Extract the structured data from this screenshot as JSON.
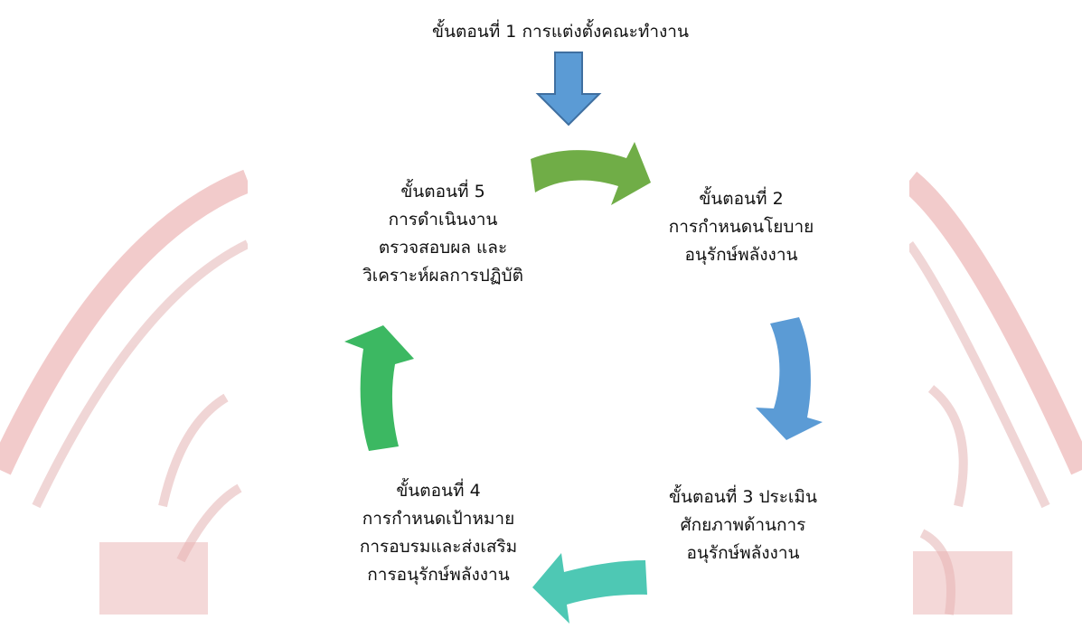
{
  "colors": {
    "background": "#ffffff",
    "watermark_red": "#e8a0a0",
    "arrow_blue": "#5b9bd5",
    "arrow_blue_stroke": "#3f6fa0",
    "arrow_green_olive": "#70ad47",
    "arrow_teal": "#4ec8b4",
    "arrow_green": "#3cb862",
    "text": "#111111"
  },
  "watermark": {
    "icon": "university-seal-watermark"
  },
  "steps": [
    {
      "lines": [
        "ขั้นตอนที่ 1 การแต่งตั้งคณะทำงาน"
      ]
    },
    {
      "lines": [
        "ขั้นตอนที่ 2",
        "การกำหนดนโยบาย",
        "อนุรักษ์พลังงาน"
      ]
    },
    {
      "lines": [
        "ขั้นตอนที่ 3 ประเมิน",
        "ศักยภาพด้านการ",
        "อนุรักษ์พลังงาน"
      ]
    },
    {
      "lines": [
        "ขั้นตอนที่ 4",
        "การกำหนดเป้าหมาย",
        "การอบรมและส่งเสริม",
        "การอนุรักษ์พลังงาน"
      ]
    },
    {
      "lines": [
        "ขั้นตอนที่ 5",
        "การดำเนินงาน",
        "ตรวจสอบผล และ",
        "วิเคราะห์ผลการปฏิบัติ"
      ]
    }
  ],
  "arrows": [
    {
      "name": "arrow-down-to-cycle",
      "icon": "arrow-down-icon",
      "color": "#5b9bd5"
    },
    {
      "name": "arrow-step5-to-step2",
      "icon": "curved-arrow-right-icon",
      "color": "#70ad47"
    },
    {
      "name": "arrow-step2-to-step3",
      "icon": "curved-arrow-down-icon",
      "color": "#5b9bd5"
    },
    {
      "name": "arrow-step3-to-step4",
      "icon": "curved-arrow-left-icon",
      "color": "#4ec8b4"
    },
    {
      "name": "arrow-step4-to-step5",
      "icon": "curved-arrow-up-icon",
      "color": "#3cb862"
    }
  ]
}
